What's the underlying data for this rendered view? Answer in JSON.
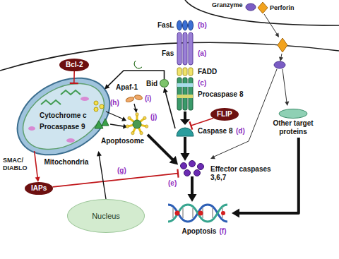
{
  "diagram": {
    "nodes": [
      {
        "text": [
          "Bcl-2"
        ]
      },
      {
        "text": [
          "Bid"
        ]
      },
      {
        "text": [
          "Mitochondria"
        ]
      },
      {
        "text": [
          "FLIP"
        ]
      },
      {
        "text": [
          "Caspase 8",
          "(d)"
        ]
      },
      {
        "text": [
          "Apoptosome",
          "(j)"
        ]
      },
      {
        "text": [
          "Other target proteins"
        ]
      },
      {
        "text": [
          "Effector caspases 3,6,7",
          "(e)"
        ]
      },
      {
        "text": [
          "IAPs"
        ]
      },
      {
        "text": [
          "Nucleus"
        ]
      },
      {
        "text": [
          "Apoptosis",
          "(f)"
        ]
      }
    ],
    "edges": [
      {
        "from": 0,
        "to": 2,
        "arrow": "to"
      },
      {
        "from": 1,
        "to": 2,
        "arrow": "to"
      },
      {
        "from": 4,
        "to": 1,
        "arrow": "to"
      },
      {
        "from": 3,
        "to": 4,
        "arrow": "to"
      },
      {
        "from": 4,
        "to": 7,
        "arrow": "to"
      },
      {
        "from": 5,
        "to": 7,
        "arrow": "to"
      },
      {
        "from": 2,
        "to": 8,
        "label": "SMAC/ DIABLO",
        "arrow": "to"
      },
      {
        "from": 8,
        "to": 7,
        "arrow": "to"
      },
      {
        "from": 7,
        "to": 10,
        "arrow": "to"
      },
      {
        "from": 6,
        "to": 10,
        "arrow": "to"
      },
      {
        "from": 9,
        "to": 2,
        "arrow": "to"
      }
    ],
    "labels": [
      "Granzyme",
      "Perforin",
      "FasL",
      "(b)",
      "Fas",
      "(a)",
      "FADD",
      "(c)",
      "Procaspase 8",
      "Apaf-1",
      "(i)",
      "(h)",
      "Cytochrome c",
      "Procaspase 9",
      "(g)"
    ]
  }
}
